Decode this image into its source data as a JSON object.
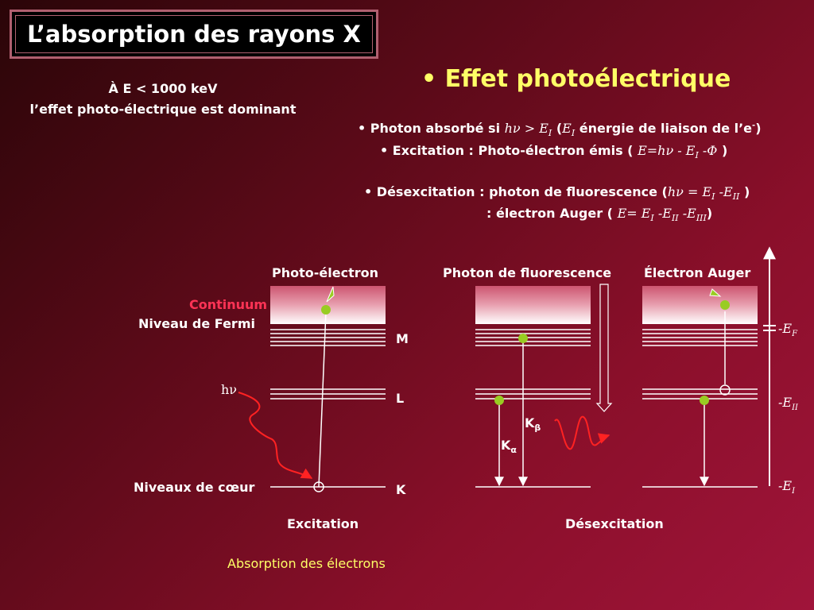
{
  "title": "L’absorption des rayons X",
  "intro": {
    "line1": "À E < 1000 keV",
    "line2": "l’effet photo-électrique est dominant"
  },
  "effect_heading": "• Effet photoélectrique",
  "bullets": {
    "b1_prefix": "• Photon absorbé si ",
    "b1_cond": "hν > E",
    "b1_sub": "I",
    "b1_open": " (",
    "b1_E": "E",
    "b1_Esub": "I",
    "b1_suffix": " énergie de liaison de l’e",
    "b1_sup": "-",
    "b1_close": ")",
    "b2_prefix": "• Excitation : Photo-électron émis ( ",
    "b2_formula": "E=hν - E",
    "b2_sub": "I",
    "b2_phi": " -Φ",
    "b2_close": " )",
    "b3_prefix": "• Désexcitation : photon de fluorescence (",
    "b3_formula": "hν = E",
    "b3_sub1": "I",
    "b3_mid": " -E",
    "b3_sub2": "II",
    "b3_close": " )",
    "b4_prefix": ": électron Auger ( ",
    "b4_formula": "E= E",
    "b4_sub1": "I",
    "b4_mid1": " -E",
    "b4_sub2": "II",
    "b4_mid2": " -E",
    "b4_sub3": "III",
    "b4_close": ")"
  },
  "diagram": {
    "col1_title": "Photo-électron",
    "col2_title": "Photon de fluorescence",
    "col3_title": "Électron Auger",
    "continuum": "Continuum",
    "fermi": "Niveau de Fermi",
    "hv": "hν",
    "core": "Niveaux de cœur",
    "shell_M": "M",
    "shell_L": "L",
    "shell_K": "K",
    "k_beta": "K",
    "k_beta_sub": "β",
    "k_alpha": "K",
    "k_alpha_sub": "α",
    "energy_F": "-E",
    "energy_F_sub": "F",
    "energy_II": "-E",
    "energy_II_sub": "II",
    "energy_I": "-E",
    "energy_I_sub": "I",
    "excitation": "Excitation",
    "desexcitation": "Désexcitation",
    "footer": "Absorption des électrons"
  },
  "colors": {
    "highlight": "#ffff66",
    "continuum_text": "#ff3355",
    "footer_text": "#ffff66",
    "electron": "#99cc22",
    "photon": "#ff2222"
  }
}
